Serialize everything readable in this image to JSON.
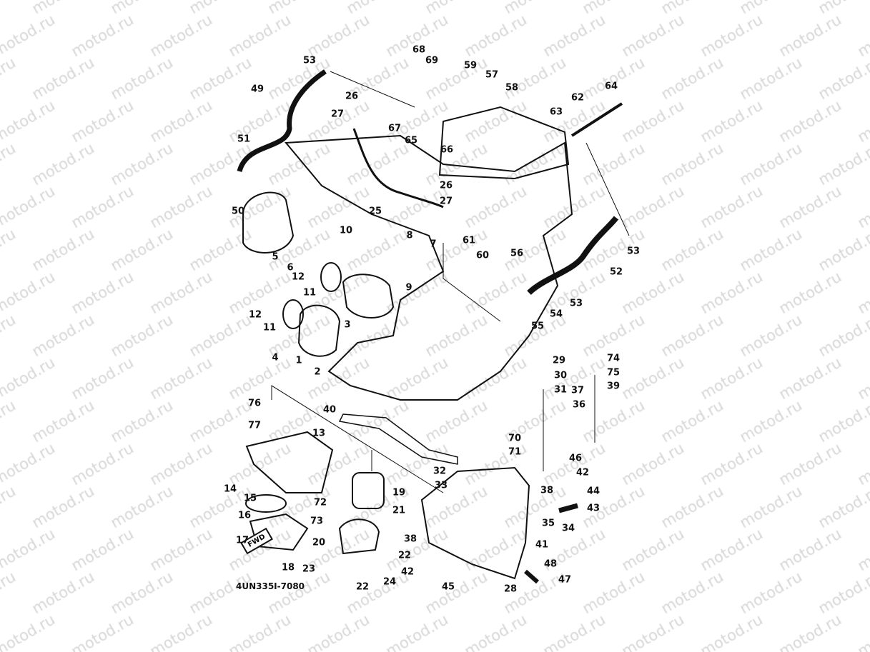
{
  "diagram": {
    "watermark": "motod.ru",
    "drawing_code": "4UN335I-7080",
    "direction_badge": "FWD",
    "callouts": [
      "53",
      "49",
      "26",
      "27",
      "51",
      "50",
      "68",
      "69",
      "59",
      "57",
      "58",
      "67",
      "65",
      "66",
      "62",
      "64",
      "63",
      "26",
      "27",
      "25",
      "10",
      "8",
      "7",
      "61",
      "60",
      "56",
      "5",
      "6",
      "12",
      "11",
      "9",
      "53",
      "52",
      "53",
      "54",
      "55",
      "12",
      "11",
      "3",
      "4",
      "1",
      "2",
      "29",
      "30",
      "31",
      "37",
      "36",
      "74",
      "75",
      "39",
      "76",
      "40",
      "77",
      "13",
      "70",
      "71",
      "46",
      "42",
      "32",
      "33",
      "19",
      "14",
      "15",
      "44",
      "38",
      "43",
      "16",
      "72",
      "21",
      "35",
      "34",
      "73",
      "17",
      "20",
      "38",
      "22",
      "41",
      "48",
      "47",
      "18",
      "23",
      "42",
      "24",
      "22",
      "45",
      "28"
    ]
  }
}
